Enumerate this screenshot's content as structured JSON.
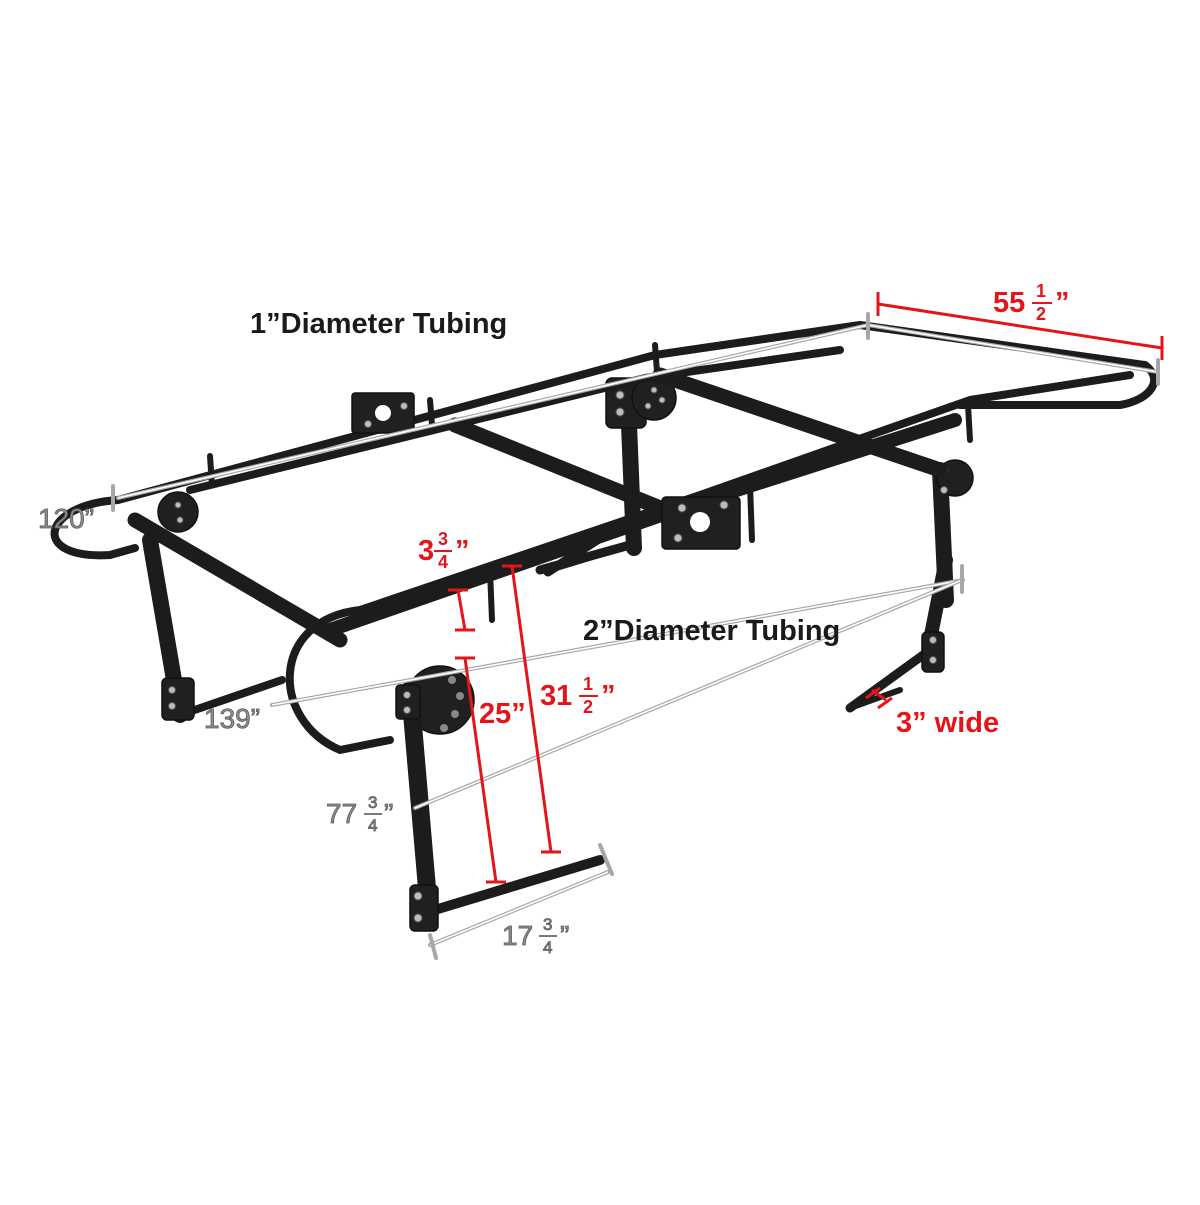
{
  "labels": {
    "tubing_1in": "1”Diameter Tubing",
    "tubing_2in": "2”Diameter Tubing",
    "width_top": {
      "whole": "55",
      "num": "1",
      "den": "2",
      "mark": "”"
    },
    "height_gap": {
      "whole": "3",
      "num": "3",
      "den": "4",
      "mark": "”"
    },
    "height_25": "25”",
    "height_31": {
      "whole": "31",
      "num": "1",
      "den": "2",
      "mark": "”"
    },
    "foot_width": "3” wide",
    "length_120": "120”",
    "length_139": "139”",
    "width_77": {
      "whole": "77",
      "num": "3",
      "den": "4",
      "mark": "”"
    },
    "foot_17": {
      "whole": "17",
      "num": "3",
      "den": "4",
      "mark": "”"
    }
  },
  "colors": {
    "rack": "#1c1c1c",
    "dimension_red": "#e3151a",
    "dimension_grey": "#a7a7a7",
    "background": "#ffffff"
  }
}
